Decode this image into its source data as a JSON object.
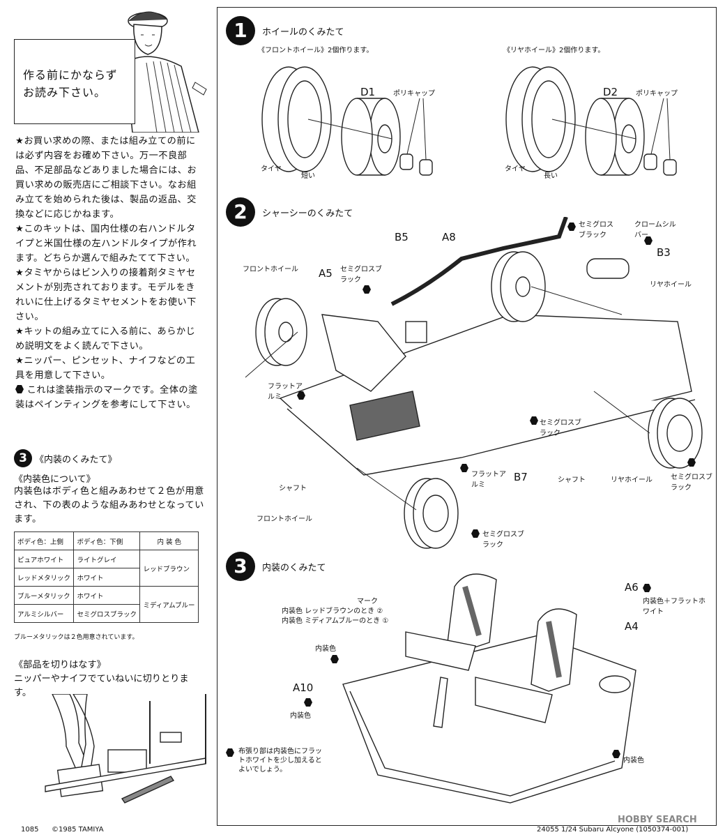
{
  "sidebar": {
    "notice": {
      "line1": "作る前にかならず",
      "line2": "お読み下さい。"
    },
    "paragraphs": [
      "★お買い求めの際、または組み立ての前には必ず内容をお確め下さい。万一不良部品、不足部品などありました場合には、お買い求めの販売店にご相談下さい。なお組み立てを始められた後は、製品の返品、交換などに応じかねます。",
      "★このキットは、国内仕様の右ハンドルタイプと米国仕様の左ハンドルタイプが作れます。どちらか選んで組みたてて下さい。",
      "★タミヤからはビン入りの接着剤タミヤセメントが別売されております。モデルをきれいに仕上げるタミヤセメントをお使い下さい。",
      "★キットの組み立てに入る前に、あらかじめ説明文をよく読んで下さい。",
      "★ニッパー、ピンセット、ナイフなどの工具を用意して下さい。"
    ],
    "paint_note": "これは塗装指示のマークです。全体の塗装はペインティングを参考にして下さい。",
    "sec3": {
      "num": "3",
      "title": "《内装のくみたて》",
      "sub_title": "《内装色について》",
      "text": "内装色はボディ色と組みあわせて２色が用意され、下の表のような組みあわせとなっています。"
    },
    "table": {
      "headers": [
        "ボディ色：上側",
        "ボディ色：下側",
        "内 装 色"
      ],
      "rows": [
        [
          "ピュアホワイト",
          "ライトグレイ"
        ],
        [
          "レッドメタリック",
          "ホワイト"
        ],
        [
          "ブルーメタリック",
          "ホワイト"
        ],
        [
          "アルミシルバー",
          "セミグロスブラック"
        ]
      ],
      "interior": [
        "レッドブラウン",
        "ミディアムブルー"
      ],
      "note": "ブルーメタリックは２色用意されています。"
    },
    "cut": {
      "title": "《部品を切りはなす》",
      "text": "ニッパーやナイフでていねいに切りとります。"
    }
  },
  "steps": {
    "s1": {
      "num": "1",
      "title": "ホイールのくみたて",
      "front": "《フロントホイール》2個作ります。",
      "rear": "《リヤホイール》2個作ります。",
      "d1": "D1",
      "d2": "D2",
      "polycap": "ポリキャップ",
      "tire": "タイヤ",
      "short": "短い",
      "long": "長い"
    },
    "s2": {
      "num": "2",
      "title": "シャーシーのくみたて",
      "front_wheel": "フロントホイール",
      "rear_wheel": "リヤホイール",
      "shaft": "シャフト",
      "semigloss_black": "セミグロスブラック",
      "flat_alumi": "フラットアルミ",
      "chrome_silver": "クロームシルバー",
      "parts": {
        "a5": "A5",
        "a8": "A8",
        "b5": "B5",
        "b3": "B3",
        "b7": "B7"
      }
    },
    "s3": {
      "num": "3",
      "title": "内装のくみたて",
      "mark": "マーク",
      "red_brown": "内装色 レッドブラウンのとき ②",
      "medium_blue": "内装色 ミディアムブルーのとき ①",
      "interior_color": "内装色",
      "interior_flat_white": "内装色＋フラットホワイト",
      "a6": "A6",
      "a4": "A4",
      "a10": "A10",
      "cloth_note": "布張り部は内装色にフラットホワイトを少し加えるとよいでしょう。"
    }
  },
  "footer": {
    "page": "1085",
    "copyright": "©1985 TAMIYA",
    "code": "24055 1/24 Subaru Alcyone (1050374-001)",
    "watermark": "HOBBY SEARCH"
  }
}
